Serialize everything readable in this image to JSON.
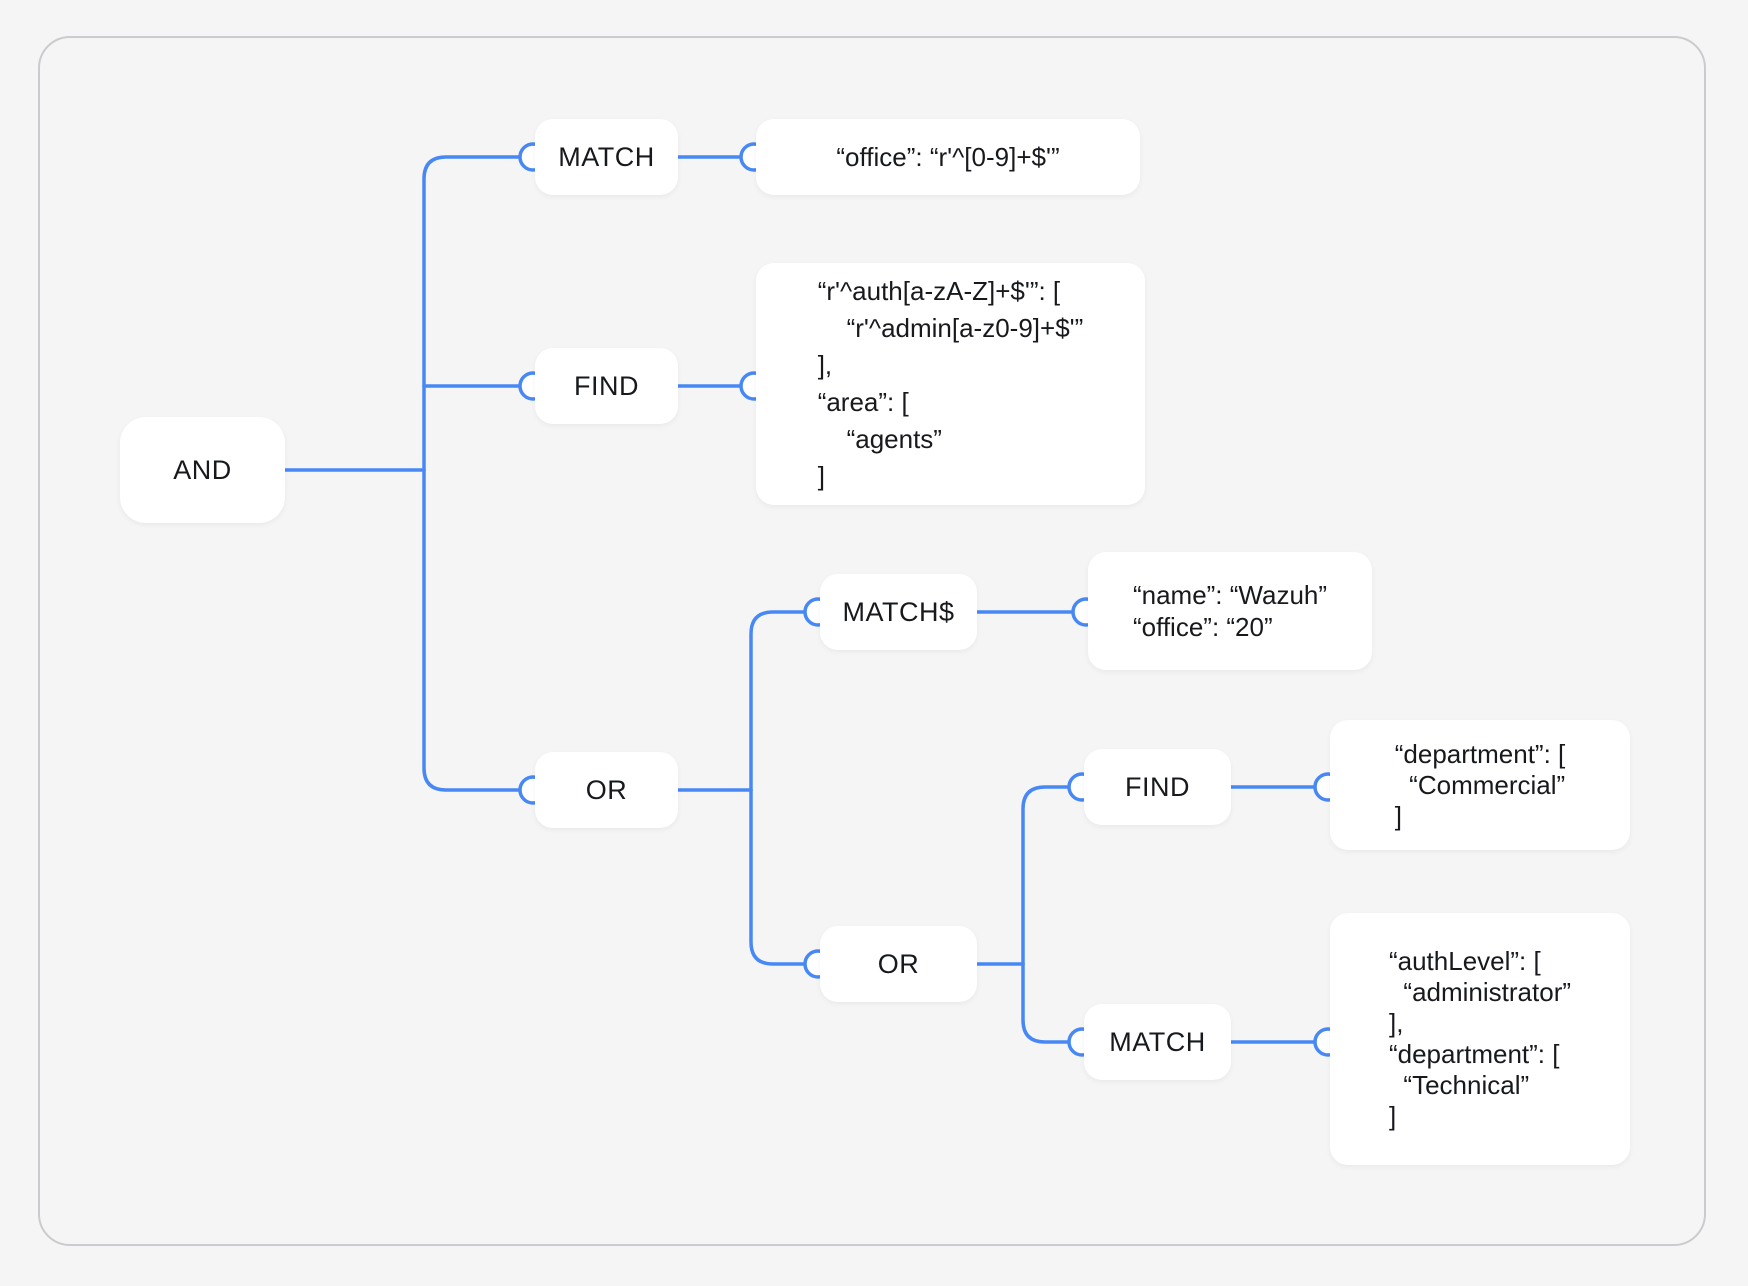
{
  "diagram": {
    "colors": {
      "line": "#4788f4",
      "node_background": "#ffffff",
      "text": "#17191c",
      "canvas_border": "#c9cbce",
      "background": "#f5f5f6"
    },
    "nodes": {
      "and": {
        "label": "AND"
      },
      "match1": {
        "label": "MATCH"
      },
      "find1": {
        "label": "FIND"
      },
      "or1": {
        "label": "OR"
      },
      "match2": {
        "label": "MATCH$"
      },
      "or2": {
        "label": "OR"
      },
      "find2": {
        "label": "FIND"
      },
      "match3": {
        "label": "MATCH"
      }
    },
    "leaves": {
      "match1_leaf": {
        "text": "“office”: “r'^[0-9]+$'”"
      },
      "find1_leaf": {
        "text": "“r'^auth[a-zA-Z]+$'”: [\n    “r'^admin[a-z0-9]+$'”\n],\n“area”: [\n    “agents”\n]"
      },
      "match2_leaf": {
        "text": "“name”: “Wazuh”\n“office”: “20”"
      },
      "find2_leaf": {
        "text": "“department”: [\n  “Commercial”\n]"
      },
      "match3_leaf": {
        "text": "“authLevel”: [\n  “administrator”\n],\n“department”: [\n  “Technical”\n]"
      }
    }
  }
}
